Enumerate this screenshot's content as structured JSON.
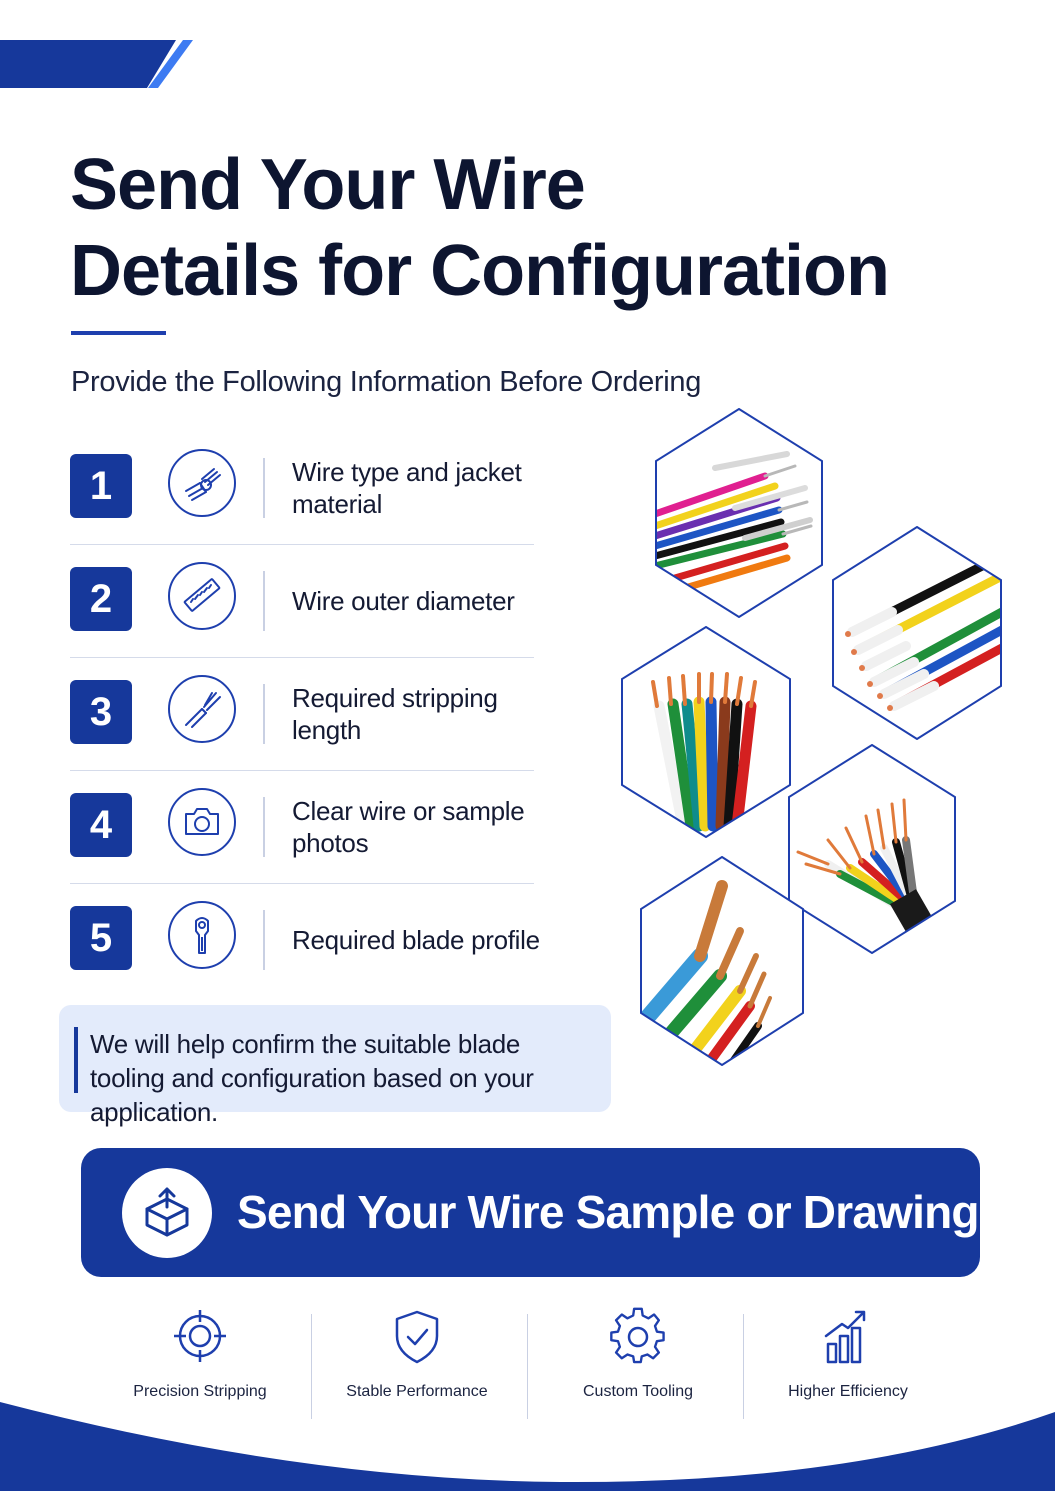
{
  "page": {
    "title_line1": "Send Your Wire",
    "title_line2": "Details for Configuration",
    "subtitle": "Provide the Following Information Before Ordering"
  },
  "steps": [
    {
      "num": "1",
      "label": "Wire type and jacket material",
      "icon": "wire-bundle-icon"
    },
    {
      "num": "2",
      "label": "Wire outer diameter",
      "icon": "ruler-icon"
    },
    {
      "num": "3",
      "label": "Required stripping length",
      "icon": "stripped-wire-icon"
    },
    {
      "num": "4",
      "label": "Clear wire or sample photos",
      "icon": "camera-icon"
    },
    {
      "num": "5",
      "label": "Required blade profile",
      "icon": "blade-icon"
    }
  ],
  "note": {
    "text": "We will help confirm the suitable blade tooling and configuration based on your application."
  },
  "cta": {
    "label": "Send Your Wire Sample or Drawing",
    "icon": "upload-box-icon"
  },
  "features": [
    {
      "label": "Precision Stripping",
      "icon": "target-icon"
    },
    {
      "label": "Stable Performance",
      "icon": "shield-check-icon"
    },
    {
      "label": "Custom Tooling",
      "icon": "gear-icon"
    },
    {
      "label": "Higher Efficiency",
      "icon": "growth-chart-icon"
    }
  ],
  "colors": {
    "primary": "#16389b",
    "accent": "#3d7bf2",
    "heading": "#0d1530",
    "note_bg": "#e3ebfb"
  },
  "images": [
    {
      "name": "wire-photo-mixed-bundle"
    },
    {
      "name": "wire-photo-diagonal-colored"
    },
    {
      "name": "wire-photo-vertical-colored"
    },
    {
      "name": "wire-photo-multicore-cable"
    },
    {
      "name": "wire-photo-copper-wires"
    }
  ]
}
